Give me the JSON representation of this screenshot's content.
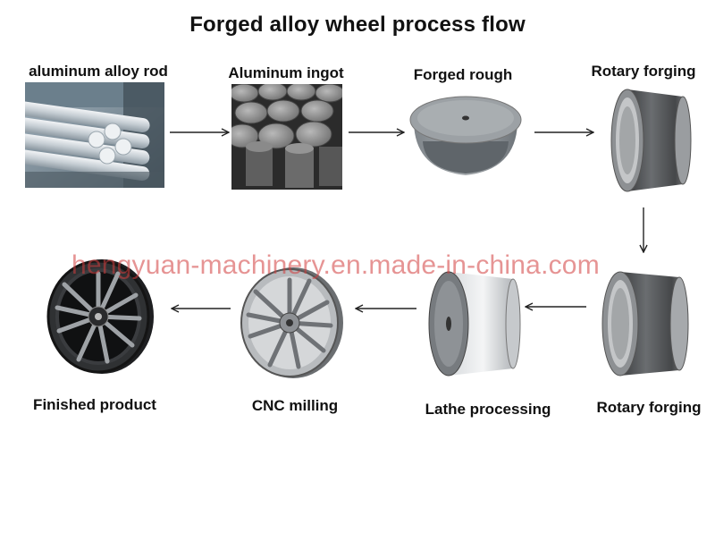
{
  "title": "Forged alloy wheel process flow",
  "steps": [
    {
      "label": "aluminum alloy rod"
    },
    {
      "label": "Aluminum ingot"
    },
    {
      "label": "Forged rough"
    },
    {
      "label": "Rotary forging"
    },
    {
      "label": "Rotary forging"
    },
    {
      "label": "Lathe processing"
    },
    {
      "label": "CNC milling"
    },
    {
      "label": "Finished product"
    }
  ],
  "watermark": "hengyuan-machinery.en.made-in-china.com",
  "colors": {
    "arrow": "#222222",
    "watermark": "#d23c3c",
    "metal": "#8a8d90"
  }
}
